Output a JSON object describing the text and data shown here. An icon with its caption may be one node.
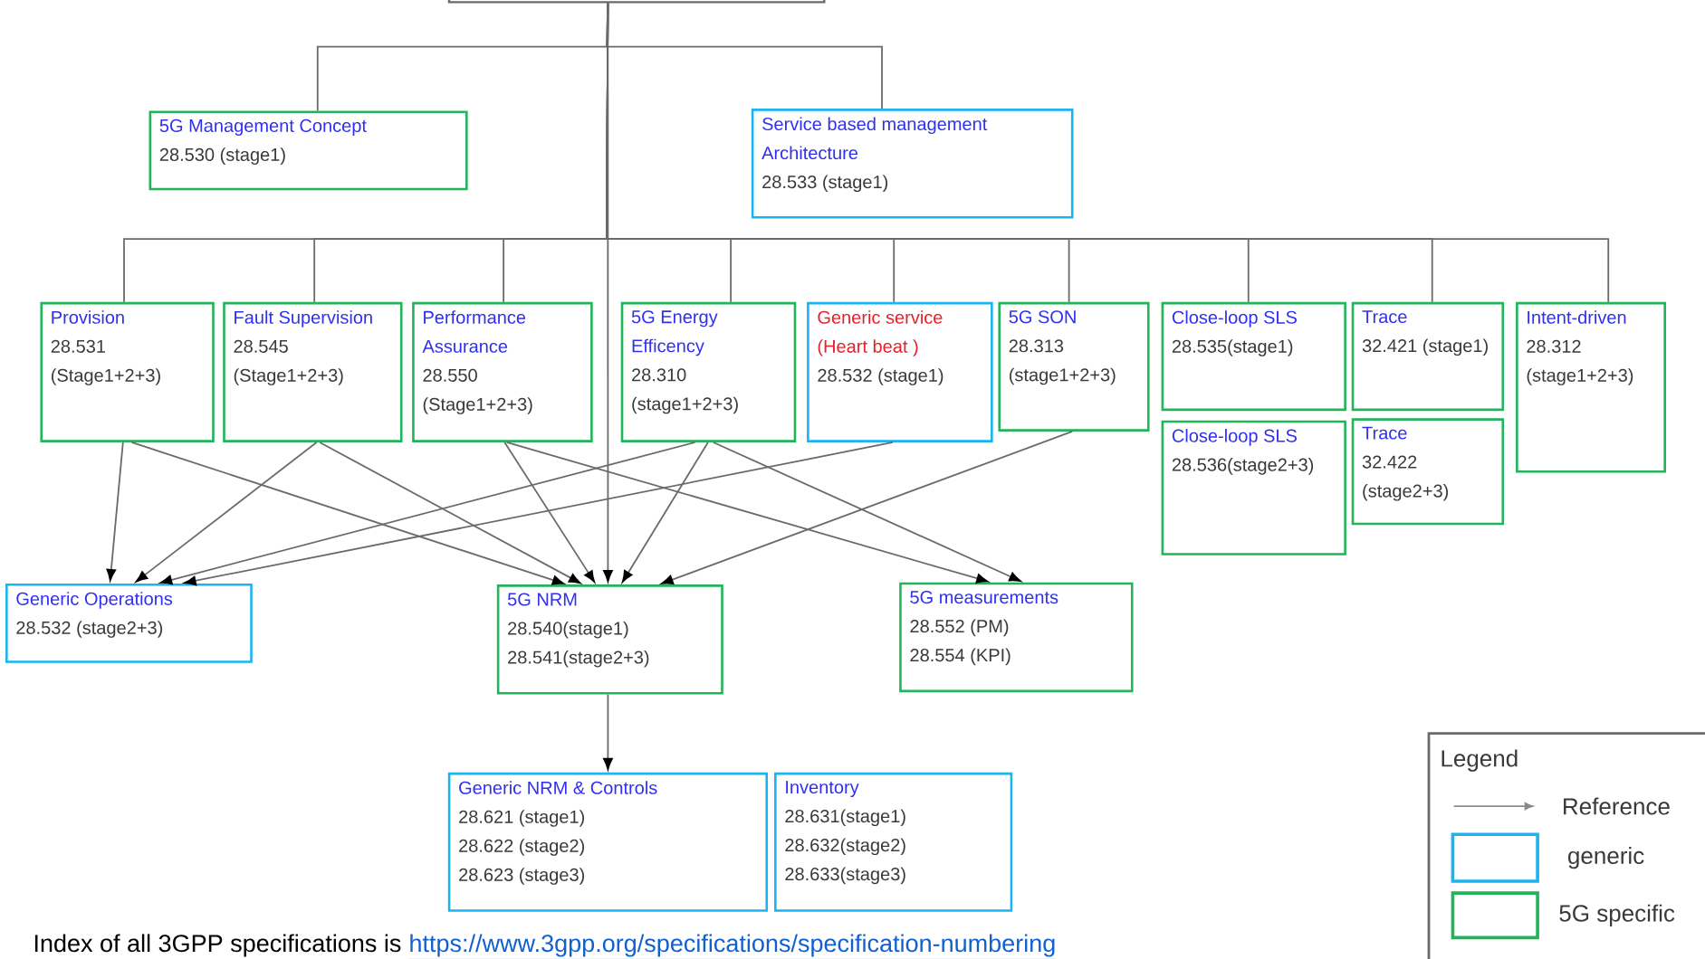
{
  "diagram": {
    "nodes": [
      {
        "text": [],
        "shape": "box"
      },
      {
        "text": [
          "5G Management Concept",
          "28.530 (stage1)"
        ]
      },
      {
        "text": [
          "Service based management Architecture",
          "28.533 (stage1)"
        ]
      },
      {
        "text": [
          "Provision",
          "28.531 (Stage1+2+3)"
        ]
      },
      {
        "text": [
          "Fault Supervision",
          "28.545 (Stage1+2+3)"
        ]
      },
      {
        "text": [
          "Performance Assurance",
          "28.550 (Stage1+2+3)"
        ]
      },
      {
        "text": [
          "5G Energy Efficency",
          "28.310 (stage1+2+3)"
        ]
      },
      {
        "text": [
          "Generic service (Heart beat )",
          "28.532 (stage1)"
        ]
      },
      {
        "text": [
          "5G SON",
          "28.313 (stage1+2+3)"
        ]
      },
      {
        "text": [
          "Close-loop SLS",
          "28.535(stage1)"
        ]
      },
      {
        "text": [
          "Close-loop SLS",
          "28.536(stage2+3)"
        ]
      },
      {
        "text": [
          "Trace",
          "32.421 (stage1)"
        ]
      },
      {
        "text": [
          "Trace",
          "32.422 (stage2+3)"
        ]
      },
      {
        "text": [
          "Intent-driven",
          "28.312 (stage1+2+3)"
        ]
      },
      {
        "text": [
          "Generic Operations",
          "28.532 (stage2+3)"
        ]
      },
      {
        "text": [
          "5G NRM",
          "28.540(stage1)",
          "28.541(stage2+3)"
        ]
      },
      {
        "text": [
          "5G measurements",
          "28.552 (PM)",
          "28.554 (KPI)"
        ]
      },
      {
        "text": [
          "Generic NRM & Controls",
          "28.621 (stage1)",
          "28.622 (stage2)",
          "28.623 (stage3)"
        ]
      },
      {
        "text": [
          "Inventory",
          "28.631(stage1)",
          "28.632(stage2)",
          "28.633(stage3)"
        ]
      }
    ],
    "edges": [
      {
        "from": 0,
        "to": 1,
        "arrow": "none"
      },
      {
        "from": 0,
        "to": 2,
        "arrow": "none"
      },
      {
        "from": 0,
        "to": 3,
        "arrow": "none"
      },
      {
        "from": 0,
        "to": 4,
        "arrow": "none"
      },
      {
        "from": 0,
        "to": 5,
        "arrow": "none"
      },
      {
        "from": 0,
        "to": 6,
        "arrow": "none"
      },
      {
        "from": 0,
        "to": 7,
        "arrow": "none"
      },
      {
        "from": 0,
        "to": 8,
        "arrow": "none"
      },
      {
        "from": 0,
        "to": 9,
        "arrow": "none"
      },
      {
        "from": 0,
        "to": 11,
        "arrow": "none"
      },
      {
        "from": 0,
        "to": 13,
        "arrow": "none"
      },
      {
        "from": 0,
        "to": 15,
        "arrow": "to"
      },
      {
        "from": 3,
        "to": 14,
        "arrow": "to"
      },
      {
        "from": 4,
        "to": 14,
        "arrow": "to"
      },
      {
        "from": 6,
        "to": 14,
        "arrow": "to"
      },
      {
        "from": 7,
        "to": 14,
        "arrow": "to"
      },
      {
        "from": 3,
        "to": 15,
        "arrow": "to"
      },
      {
        "from": 4,
        "to": 15,
        "arrow": "to"
      },
      {
        "from": 5,
        "to": 15,
        "arrow": "to"
      },
      {
        "from": 6,
        "to": 15,
        "arrow": "to"
      },
      {
        "from": 8,
        "to": 15,
        "arrow": "to"
      },
      {
        "from": 5,
        "to": 16,
        "arrow": "to"
      },
      {
        "from": 6,
        "to": 16,
        "arrow": "to"
      },
      {
        "from": 15,
        "to": 17,
        "arrow": "to"
      }
    ],
    "labels": [
      "Legend",
      "Index of all 3GPP specifications is",
      "https://www.3gpp.org/specifications/specification-numbering"
    ],
    "legend": [
      {
        "text": "Reference"
      },
      {
        "text": "generic",
        "color": "#1ab4f0"
      },
      {
        "text": "5G specific",
        "color": "#22b45a"
      }
    ]
  }
}
